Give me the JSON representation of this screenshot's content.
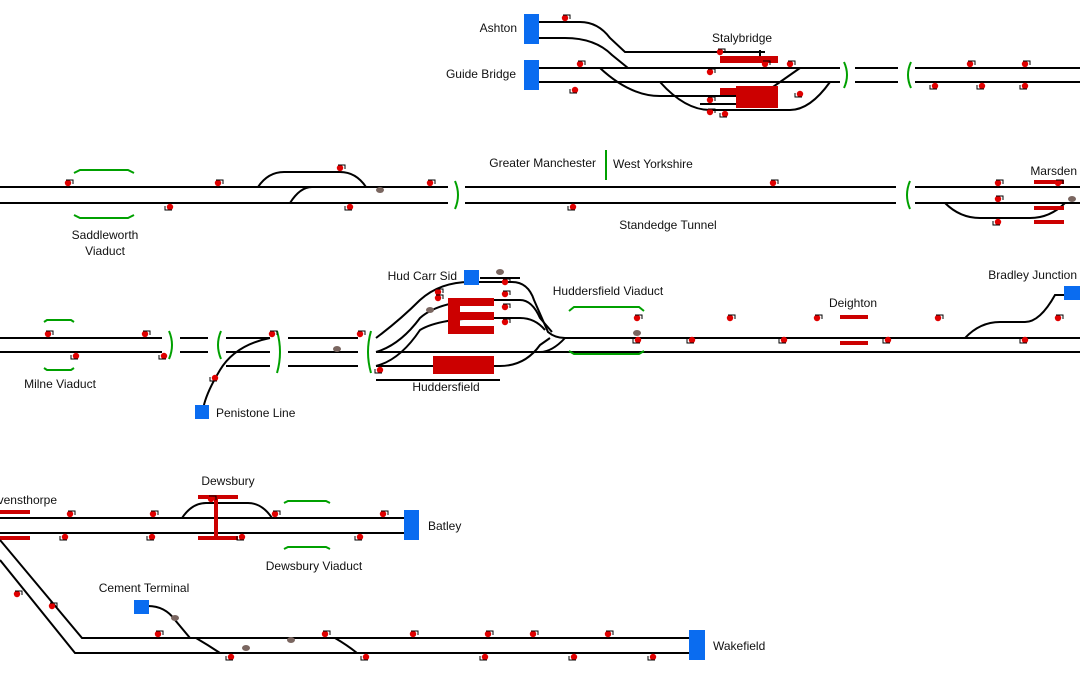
{
  "title": "",
  "locations": {
    "ashton": "Ashton",
    "guide_bridge": "Guide Bridge",
    "stalybridge": "Stalybridge",
    "greater_manchester": "Greater Manchester",
    "west_yorkshire": "West Yorkshire",
    "marsden": "Marsden",
    "saddleworth_viaduct_1": "Saddleworth",
    "saddleworth_viaduct_2": "Viaduct",
    "standedge_tunnel": "Standedge Tunnel",
    "hud_carr_sid": "Hud Carr Sid",
    "huddersfield_viaduct": "Huddersfield Viaduct",
    "deighton": "Deighton",
    "bradley_junction": "Bradley Junction",
    "milne_viaduct": "Milne Viaduct",
    "huddersfield": "Huddersfield",
    "penistone_line": "Penistone Line",
    "ravensthorpe": "Ravensthorpe",
    "dewsbury": "Dewsbury",
    "batley": "Batley",
    "dewsbury_viaduct": "Dewsbury Viaduct",
    "cement_terminal": "Cement Terminal",
    "wakefield": "Wakefield"
  },
  "colors": {
    "track": "#000000",
    "signal": "#e00000",
    "platform": "#cc0000",
    "boundary": "#00a000",
    "fringe": "#0a6cf0",
    "points": "#7a6660"
  }
}
